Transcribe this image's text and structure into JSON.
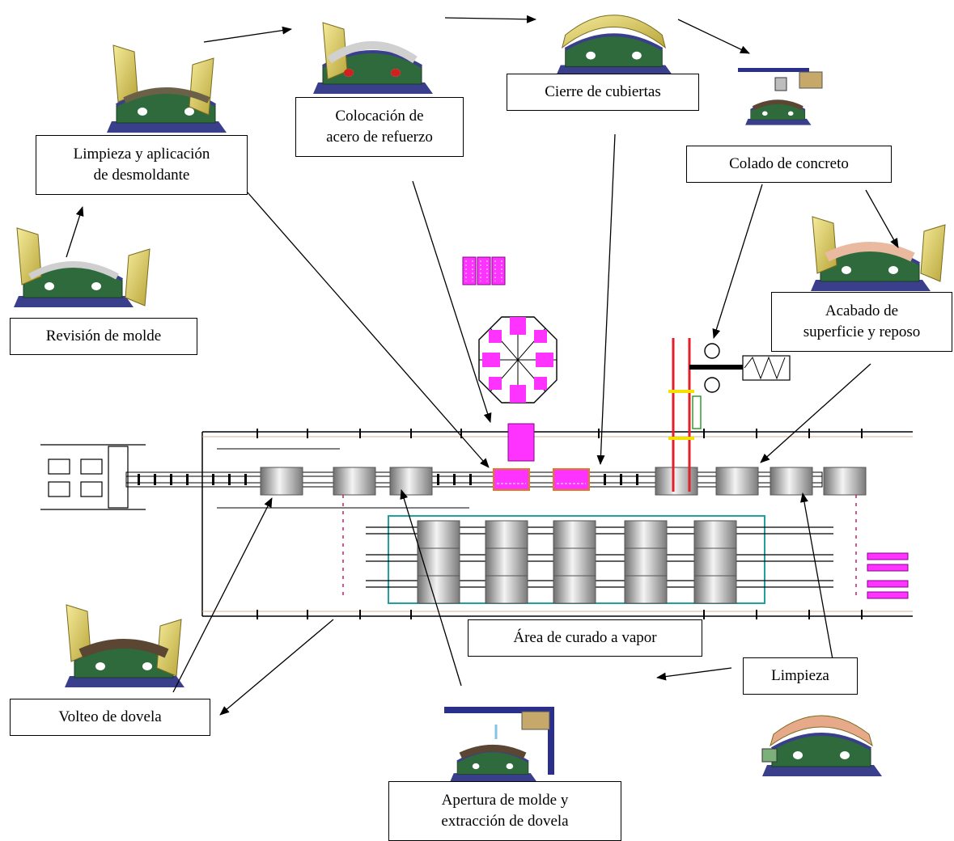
{
  "colors": {
    "mold_green": "#2f6a3c",
    "mold_frame_blue": "#3a3f8c",
    "mold_lid_yellow": "#e7d86b",
    "concrete_brown": "#5a4632",
    "finish_pink": "#e9b9a0",
    "station_magenta": "#ff33ff",
    "track_red": "#e0202a",
    "rail_teal": "#22a0a0",
    "arrow_black": "#000000"
  },
  "labels": {
    "revision": "Revisión de molde",
    "limpieza_line1": "Limpieza y aplicación",
    "limpieza_line2": "de desmoldante",
    "colocacion_line1": "Colocación de",
    "colocacion_line2": "acero de refuerzo",
    "cierre": "Cierre de cubiertas",
    "colado": "Colado de concreto",
    "acabado_line1": "Acabado de",
    "acabado_line2": "superficie y reposo",
    "curado": "Área de curado a vapor",
    "volteo": "Volteo de dovela",
    "apertura_line1": "Apertura de molde y",
    "apertura_line2": "extracción de dovela",
    "limpieza_final": "Limpieza"
  },
  "icons": {
    "mold_icon": "segment-mold-icon",
    "station_icon": "reinforcement-station-icon",
    "arrow_icon": "flow-arrow-icon"
  }
}
